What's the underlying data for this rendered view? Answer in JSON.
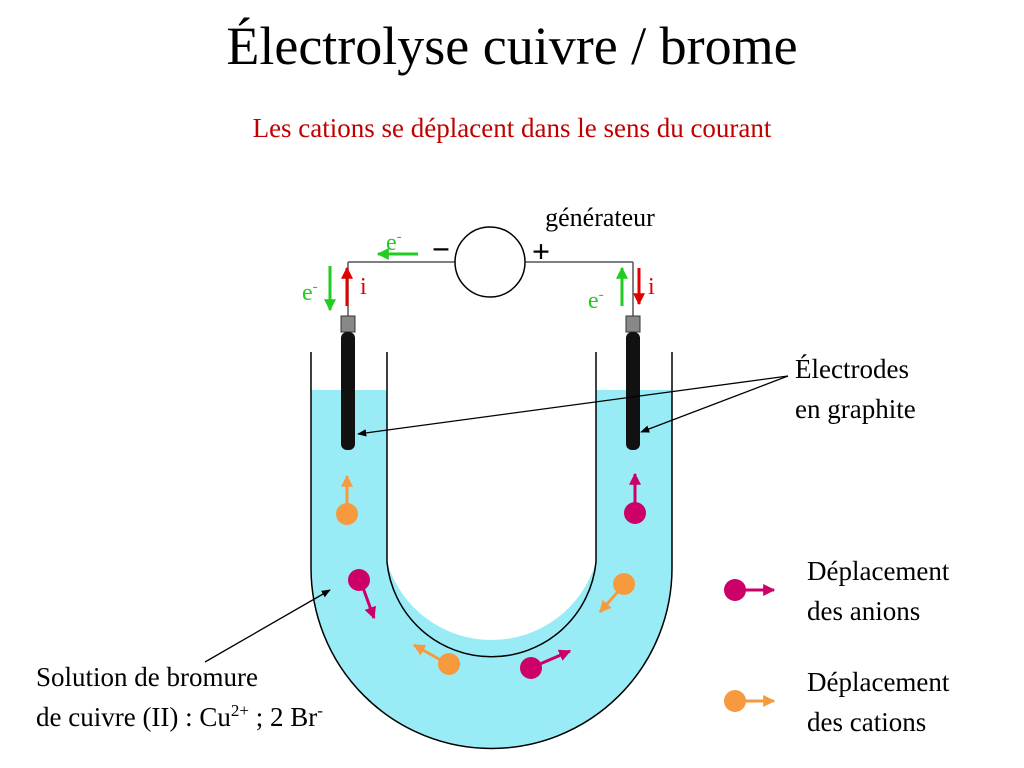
{
  "title": "Électrolyse cuivre / brome",
  "subtitle": "Les cations se déplacent dans le sens du courant",
  "generator": {
    "label": "générateur",
    "minus": "−",
    "plus": "+"
  },
  "electron_symbol": "e",
  "electron_charge": "-",
  "current_symbol": "i",
  "electrodes_label": {
    "line1": "Électrodes",
    "line2": "en graphite"
  },
  "solution_label": {
    "line1": "Solution de bromure",
    "line2_prefix": "de cuivre (II)  : Cu",
    "cation_charge": "2+",
    "line2_middle": " ; 2 Br",
    "anion_charge": "-"
  },
  "legend": {
    "anions": {
      "line1": "Déplacement",
      "line2": "des anions"
    },
    "cations": {
      "line1": "Déplacement",
      "line2": "des cations"
    }
  },
  "colors": {
    "anion": "#cc0066",
    "cation": "#f79a3e",
    "solution": "#99ecf5",
    "electron_arrow": "#22cc22",
    "current_arrow": "#e00000",
    "subtitle": "#c00000",
    "electrode": "#111111"
  }
}
